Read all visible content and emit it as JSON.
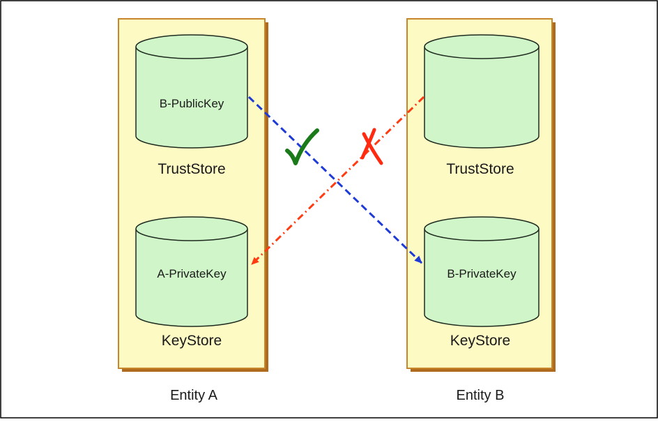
{
  "entities": [
    {
      "label": "Entity A",
      "truststore": {
        "label": "TrustStore",
        "content": "B-PublicKey"
      },
      "keystore": {
        "label": "KeyStore",
        "content": "A-PrivateKey"
      }
    },
    {
      "label": "Entity B",
      "truststore": {
        "label": "TrustStore",
        "content": ""
      },
      "keystore": {
        "label": "KeyStore",
        "content": "B-PrivateKey"
      }
    }
  ],
  "connections": [
    {
      "from": "Entity A TrustStore",
      "to": "Entity B KeyStore",
      "style": "dashed",
      "color": "#1f3bd6",
      "mark": "check",
      "mark_color": "#1a7a1a"
    },
    {
      "from": "Entity B TrustStore",
      "to": "Entity A KeyStore",
      "style": "dash-dot",
      "color": "#ff3b12",
      "mark": "cross",
      "mark_color": "#ff2a10"
    }
  ],
  "colors": {
    "panel_fill": "#fdfac4",
    "panel_border": "#c8862b",
    "cylinder_fill": "#cff5c9",
    "cylinder_stroke": "#1e2a1e"
  }
}
